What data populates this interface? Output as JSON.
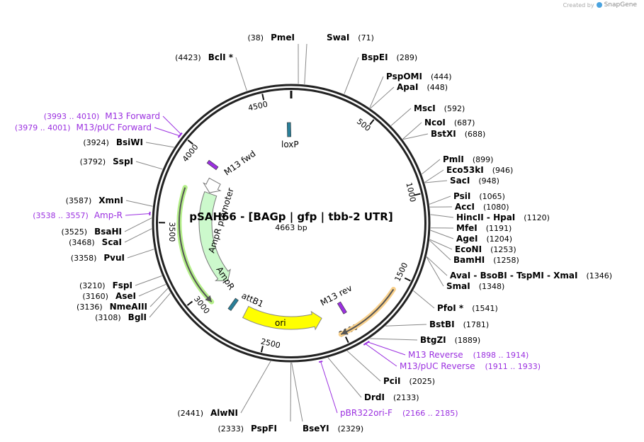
{
  "credit": {
    "prefix": "Created by",
    "brand": "SnapGene"
  },
  "plasmid": {
    "title": "pSAH66 - [BAGp | gfp | tbb-2 UTR]",
    "length_label": "4663 bp",
    "length": 4663
  },
  "ticks": [
    500,
    1000,
    1500,
    2000,
    2500,
    3000,
    3500,
    4000,
    4500
  ],
  "sites": [
    {
      "name": "PmeI",
      "pos": 38
    },
    {
      "name": "SwaI",
      "pos": 71
    },
    {
      "name": "BspEI",
      "pos": 289
    },
    {
      "name": "PspOMI",
      "pos": 444
    },
    {
      "name": "ApaI",
      "pos": 448
    },
    {
      "name": "MscI",
      "pos": 592
    },
    {
      "name": "NcoI",
      "pos": 687
    },
    {
      "name": "BstXI",
      "pos": 688
    },
    {
      "name": "PmlI",
      "pos": 899
    },
    {
      "name": "Eco53kI",
      "pos": 946
    },
    {
      "name": "SacI",
      "pos": 948
    },
    {
      "name": "PsiI",
      "pos": 1065
    },
    {
      "name": "AccI",
      "pos": 1080
    },
    {
      "name": "HincII  -  HpaI",
      "pos": 1120
    },
    {
      "name": "MfeI",
      "pos": 1191
    },
    {
      "name": "AgeI",
      "pos": 1204
    },
    {
      "name": "EcoNI",
      "pos": 1253
    },
    {
      "name": "BamHI",
      "pos": 1258
    },
    {
      "name": "AvaI  -  BsoBI  -  TspMI  -  XmaI",
      "pos": 1346
    },
    {
      "name": "SmaI",
      "pos": 1348
    },
    {
      "name": "PfoI *",
      "pos": 1541
    },
    {
      "name": "BstBI",
      "pos": 1781
    },
    {
      "name": "BtgZI",
      "pos": 1889
    },
    {
      "name": "PciI",
      "pos": 2025
    },
    {
      "name": "DrdI",
      "pos": 2133
    },
    {
      "name": "BseYI",
      "pos": 2329
    },
    {
      "name": "PspFI",
      "pos": 2333
    },
    {
      "name": "AlwNI",
      "pos": 2441
    },
    {
      "name": "BglI",
      "pos": 3108
    },
    {
      "name": "NmeAIII",
      "pos": 3136
    },
    {
      "name": "AseI",
      "pos": 3160
    },
    {
      "name": "FspI",
      "pos": 3210
    },
    {
      "name": "PvuI",
      "pos": 3358
    },
    {
      "name": "ScaI",
      "pos": 3468
    },
    {
      "name": "BsaHI",
      "pos": 3525
    },
    {
      "name": "XmnI",
      "pos": 3587
    },
    {
      "name": "SspI",
      "pos": 3792
    },
    {
      "name": "BsiWI",
      "pos": 3924
    },
    {
      "name": "BclI *",
      "pos": 4423
    }
  ],
  "primers": [
    {
      "name": "M13 Forward",
      "range": "(3993 .. 4010)",
      "start": 3993,
      "end": 4010
    },
    {
      "name": "M13/pUC Forward",
      "range": "(3979 .. 4001)",
      "start": 3979,
      "end": 4001
    },
    {
      "name": "Amp-R",
      "range": "(3538 .. 3557)",
      "start": 3538,
      "end": 3557
    },
    {
      "name": "M13 Reverse",
      "range": "(1898 .. 1914)",
      "start": 1898,
      "end": 1914
    },
    {
      "name": "M13/pUC Reverse",
      "range": "(1911 .. 1933)",
      "start": 1911,
      "end": 1933
    },
    {
      "name": "pBR322ori-F",
      "range": "(2166 .. 2185)",
      "start": 2166,
      "end": 2185
    }
  ],
  "features": {
    "loxp": "loxP",
    "m13_fwd": "M13 fwd",
    "ampr_promoter": "AmpR promoter",
    "ampr": "AmpR",
    "attb1": "attB1",
    "ori": "ori",
    "m13_rev": "M13 rev"
  },
  "colors": {
    "ampr": "#ccf9cc",
    "ori": "#ffff00",
    "primer": "#9b30e0",
    "site_feature": "#2a7f99",
    "green_halo": "#b5f08a",
    "orange_halo": "#f9d08a"
  }
}
